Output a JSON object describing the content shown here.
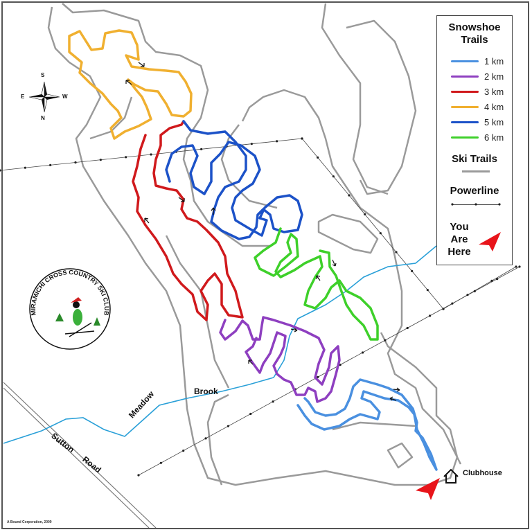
{
  "legend": {
    "title": "Snowshoe Trails",
    "title_line1": "Snowshoe",
    "title_line2": "Trails",
    "trails": [
      {
        "label": "1 km",
        "color": "#4a90e0"
      },
      {
        "label": "2 km",
        "color": "#8e3fc0"
      },
      {
        "label": "3 km",
        "color": "#d0191c"
      },
      {
        "label": "4 km",
        "color": "#f0b030"
      },
      {
        "label": "5 km",
        "color": "#1c52c8"
      },
      {
        "label": "6 km",
        "color": "#3ed02a"
      }
    ],
    "ski_trails_label": "Ski Trails",
    "ski_trail_color": "#9a9a9a",
    "powerline_label": "Powerline",
    "you_are_here_line1": "You",
    "you_are_here_line2": "Are",
    "you_are_here_line3": "Here",
    "marker_color": "#e8141a"
  },
  "labels": {
    "meadow": "Meadow",
    "brook": "Brook",
    "sutton": "Sutton",
    "road": "Road",
    "clubhouse": "Clubhouse"
  },
  "compass": {
    "n": "N",
    "s": "S",
    "e": "E",
    "w": "W"
  },
  "logo": {
    "text": "MIRAMICHI CROSS COUNTRY SKI CLUB"
  },
  "credit": "A Bound Corporation, 2009",
  "brook_color": "#2aa0d8"
}
